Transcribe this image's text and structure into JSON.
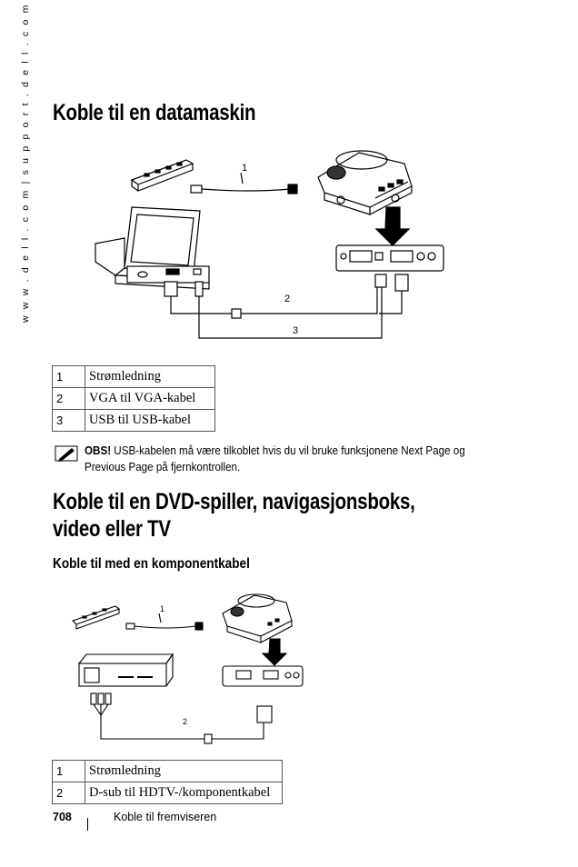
{
  "sidebar": {
    "url_text": "w w w . d e l l . c o m  |  s u p p o r t . d e l l . c o m"
  },
  "section1": {
    "title": "Koble til en datamaskin",
    "callouts": [
      "1",
      "2",
      "3"
    ],
    "table": [
      {
        "num": "1",
        "label": "Strømledning"
      },
      {
        "num": "2",
        "label": "VGA til VGA-kabel"
      },
      {
        "num": "3",
        "label": "USB til USB-kabel"
      }
    ]
  },
  "note": {
    "prefix": "OBS!",
    "text": " USB-kabelen må være tilkoblet hvis du vil bruke funksjonene Next Page og Previous Page på fjernkontrollen.",
    "icon": "note-pencil-icon"
  },
  "section2": {
    "title_line1": "Koble til en DVD-spiller, navigasjonsboks,",
    "title_line2": "video eller TV",
    "subtitle": "Koble til med en komponentkabel",
    "callouts": [
      "1",
      "2"
    ],
    "table": [
      {
        "num": "1",
        "label": "Strømledning"
      },
      {
        "num": "2",
        "label": "D-sub til HDTV-/komponentkabel"
      }
    ]
  },
  "footer": {
    "page_number": "708",
    "chapter": "Koble til fremviseren"
  }
}
